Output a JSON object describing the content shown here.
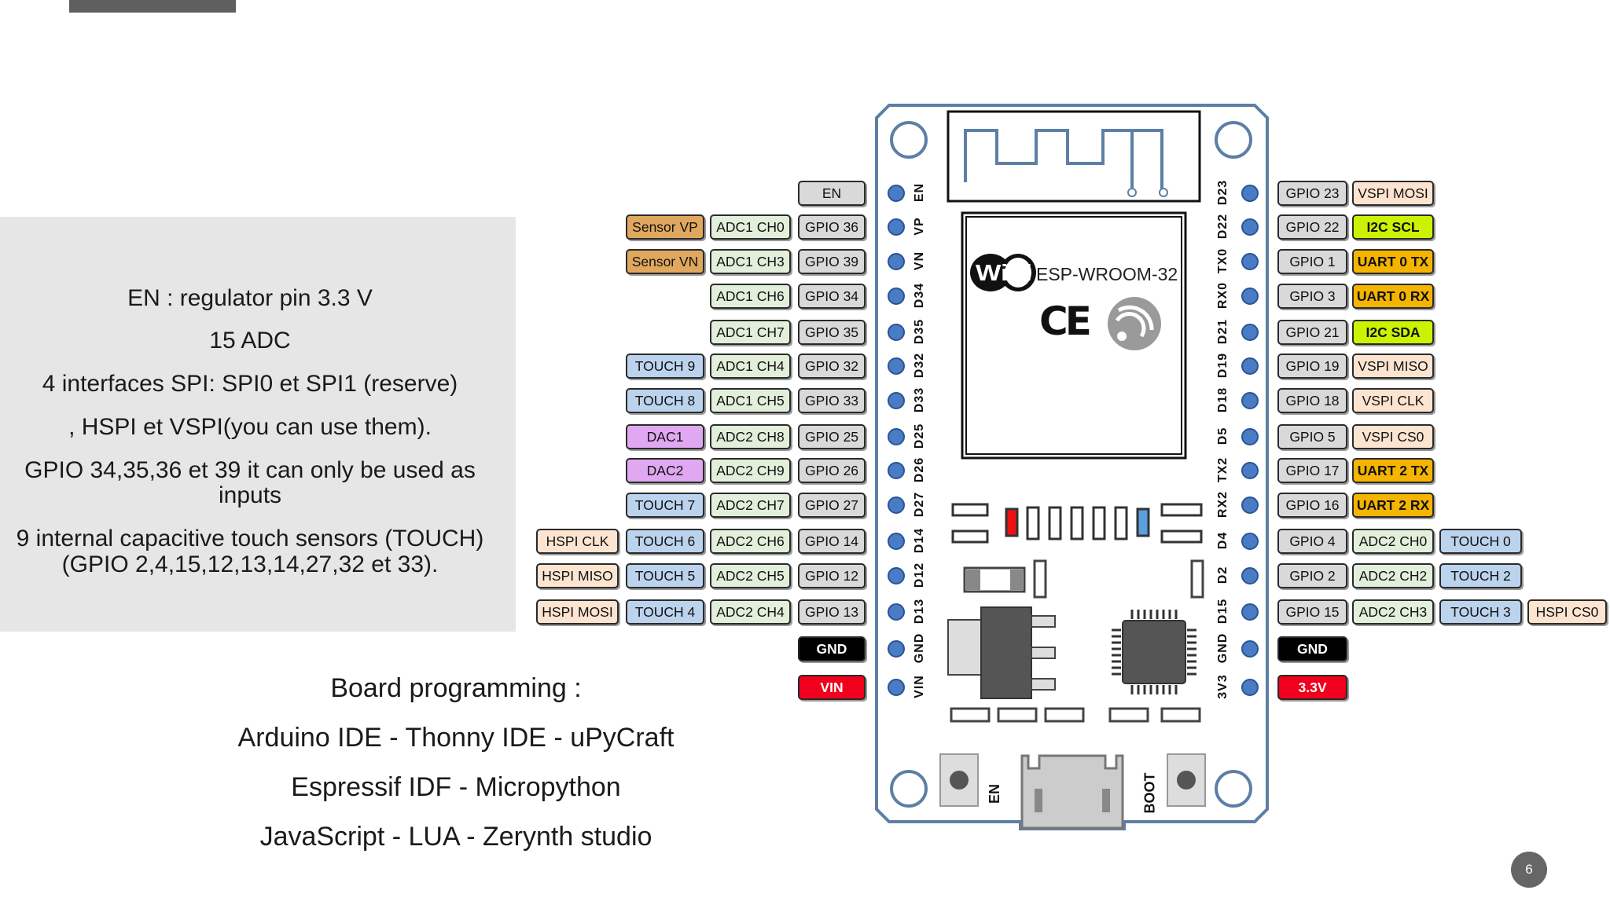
{
  "info": {
    "lines": [
      "EN  : regulator pin  3.3 V",
      "15 ADC",
      "4 interfaces SPI: SPI0 et SPI1 (reserve)",
      ", HSPI et VSPI(you can use them).",
      "GPIO 34,35,36 et 39 it can only be used as",
      "inputs",
      "9 internal capacitive touch sensors (TOUCH)",
      "(GPIO 2,4,15,12,13,14,27,32 et 33)."
    ]
  },
  "programming": {
    "lines": [
      "Board programming :",
      "Arduino IDE - Thonny IDE - uPyCraft",
      "Espressif IDF - Micropython",
      "JavaScript - LUA - Zerynth studio"
    ]
  },
  "board": {
    "module_name": "ESP-WROOM-32",
    "wifi_text": "WiFi",
    "ce_text": "CE",
    "en_button_label": "EN",
    "boot_button_label": "BOOT",
    "left_pin_labels": [
      "EN",
      "VP",
      "VN",
      "D34",
      "D35",
      "D32",
      "D33",
      "D25",
      "D26",
      "D27",
      "D14",
      "D12",
      "D13",
      "GND",
      "VIN"
    ],
    "right_pin_labels": [
      "D23",
      "D22",
      "TX0",
      "RX0",
      "D21",
      "D19",
      "D18",
      "D5",
      "TX2",
      "RX2",
      "D4",
      "D2",
      "D15",
      "GND",
      "3V3"
    ]
  },
  "left_rows": [
    [
      {
        "t": "EN",
        "c": "gray"
      }
    ],
    [
      {
        "t": "GPIO 36",
        "c": "gray"
      },
      {
        "t": "ADC1 CH0",
        "c": "green"
      },
      {
        "t": "Sensor VP",
        "c": "orange"
      }
    ],
    [
      {
        "t": "GPIO 39",
        "c": "gray"
      },
      {
        "t": "ADC1 CH3",
        "c": "green"
      },
      {
        "t": "Sensor VN",
        "c": "orange"
      }
    ],
    [
      {
        "t": "GPIO 34",
        "c": "gray"
      },
      {
        "t": "ADC1 CH6",
        "c": "green"
      }
    ],
    [
      {
        "t": "GPIO 35",
        "c": "gray"
      },
      {
        "t": "ADC1 CH7",
        "c": "green"
      }
    ],
    [
      {
        "t": "GPIO 32",
        "c": "gray"
      },
      {
        "t": "ADC1 CH4",
        "c": "green"
      },
      {
        "t": "TOUCH 9",
        "c": "blue"
      }
    ],
    [
      {
        "t": "GPIO 33",
        "c": "gray"
      },
      {
        "t": "ADC1 CH5",
        "c": "green"
      },
      {
        "t": "TOUCH 8",
        "c": "blue"
      }
    ],
    [
      {
        "t": "GPIO 25",
        "c": "gray"
      },
      {
        "t": "ADC2 CH8",
        "c": "green"
      },
      {
        "t": "DAC1",
        "c": "purple"
      }
    ],
    [
      {
        "t": "GPIO 26",
        "c": "gray"
      },
      {
        "t": "ADC2 CH9",
        "c": "green"
      },
      {
        "t": "DAC2",
        "c": "purple"
      }
    ],
    [
      {
        "t": "GPIO 27",
        "c": "gray"
      },
      {
        "t": "ADC2 CH7",
        "c": "green"
      },
      {
        "t": "TOUCH 7",
        "c": "blue"
      }
    ],
    [
      {
        "t": "GPIO 14",
        "c": "gray"
      },
      {
        "t": "ADC2 CH6",
        "c": "green"
      },
      {
        "t": "TOUCH 6",
        "c": "blue"
      },
      {
        "t": "HSPI CLK",
        "c": "peach"
      }
    ],
    [
      {
        "t": "GPIO 12",
        "c": "gray"
      },
      {
        "t": "ADC2 CH5",
        "c": "green"
      },
      {
        "t": "TOUCH 5",
        "c": "blue"
      },
      {
        "t": "HSPI MISO",
        "c": "peach"
      }
    ],
    [
      {
        "t": "GPIO 13",
        "c": "gray"
      },
      {
        "t": "ADC2 CH4",
        "c": "green"
      },
      {
        "t": "TOUCH 4",
        "c": "blue"
      },
      {
        "t": "HSPI MOSI",
        "c": "peach"
      }
    ],
    [
      {
        "t": "GND",
        "c": "black"
      }
    ],
    [
      {
        "t": "VIN",
        "c": "red"
      }
    ]
  ],
  "right_rows": [
    [
      {
        "t": "GPIO 23",
        "c": "gray"
      },
      {
        "t": "VSPI MOSI",
        "c": "peach"
      }
    ],
    [
      {
        "t": "GPIO 22",
        "c": "gray"
      },
      {
        "t": "I2C SCL",
        "c": "lime"
      }
    ],
    [
      {
        "t": "GPIO 1",
        "c": "gray"
      },
      {
        "t": "UART 0  TX",
        "c": "amber"
      }
    ],
    [
      {
        "t": "GPIO 3",
        "c": "gray"
      },
      {
        "t": "UART 0  RX",
        "c": "amber"
      }
    ],
    [
      {
        "t": "GPIO 21",
        "c": "gray"
      },
      {
        "t": "I2C SDA",
        "c": "lime"
      }
    ],
    [
      {
        "t": "GPIO 19",
        "c": "gray"
      },
      {
        "t": "VSPI MISO",
        "c": "peach"
      }
    ],
    [
      {
        "t": "GPIO 18",
        "c": "gray"
      },
      {
        "t": "VSPI CLK",
        "c": "peach"
      }
    ],
    [
      {
        "t": "GPIO 5",
        "c": "gray"
      },
      {
        "t": "VSPI CS0",
        "c": "peach"
      }
    ],
    [
      {
        "t": "GPIO 17",
        "c": "gray"
      },
      {
        "t": "UART 2  TX",
        "c": "amber"
      }
    ],
    [
      {
        "t": "GPIO 16",
        "c": "gray"
      },
      {
        "t": "UART 2  RX",
        "c": "amber"
      }
    ],
    [
      {
        "t": "GPIO 4",
        "c": "gray"
      },
      {
        "t": "ADC2 CH0",
        "c": "green"
      },
      {
        "t": "TOUCH 0",
        "c": "blue"
      }
    ],
    [
      {
        "t": "GPIO 2",
        "c": "gray"
      },
      {
        "t": "ADC2 CH2",
        "c": "green"
      },
      {
        "t": "TOUCH 2",
        "c": "blue"
      }
    ],
    [
      {
        "t": "GPIO 15",
        "c": "gray"
      },
      {
        "t": "ADC2 CH3",
        "c": "green"
      },
      {
        "t": "TOUCH 3",
        "c": "blue"
      },
      {
        "t": "HSPI CS0",
        "c": "peach"
      }
    ],
    [
      {
        "t": "GND",
        "c": "black"
      }
    ],
    [
      {
        "t": "3.3V",
        "c": "red"
      }
    ]
  ],
  "colors": {
    "gray": {
      "bg": "#d9d9d9",
      "fg": "#111111"
    },
    "green": {
      "bg": "#e2efda",
      "fg": "#111111"
    },
    "orange": {
      "bg": "#e0a85e",
      "fg": "#111111"
    },
    "blue": {
      "bg": "#bcd3ee",
      "fg": "#111111"
    },
    "purple": {
      "bg": "#dfa8f0",
      "fg": "#111111"
    },
    "peach": {
      "bg": "#fce4d0",
      "fg": "#111111"
    },
    "lime": {
      "bg": "#ccf200",
      "fg": "#111111"
    },
    "amber": {
      "bg": "#f5b400",
      "fg": "#111111"
    },
    "black": {
      "bg": "#000000",
      "fg": "#ffffff"
    },
    "red": {
      "bg": "#f0001c",
      "fg": "#ffffff"
    },
    "board_outline": "#5d7fa6",
    "pin_blue": "#4a7cc5"
  },
  "page_number": "6"
}
